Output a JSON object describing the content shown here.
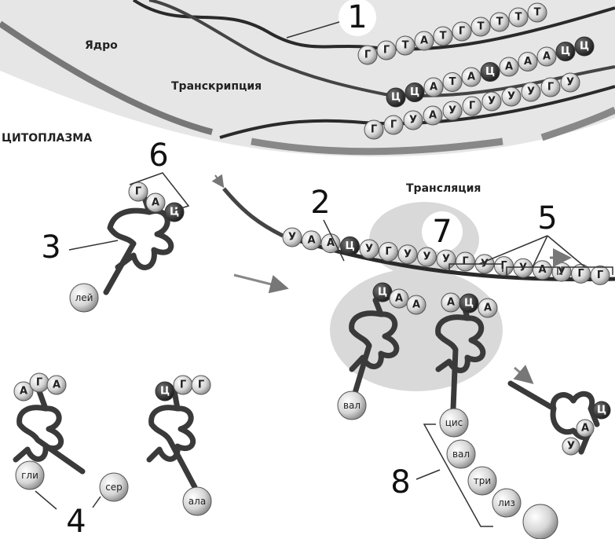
{
  "labels": {
    "nucleus": "Ядро",
    "transcription": "Транскрипция",
    "cytoplasm": "ЦИТОПЛАЗМА",
    "translation": "Трансляция"
  },
  "numbers": {
    "n1": "1",
    "n2": "2",
    "n3": "3",
    "n4": "4",
    "n5": "5",
    "n6": "6",
    "n7": "7",
    "n8": "8"
  },
  "dna_top": [
    "Г",
    "Г",
    "Т",
    "А",
    "Т",
    "Г",
    "Т",
    "Т",
    "Т",
    "Т"
  ],
  "dna_bottom": [
    "Ц",
    "Ц",
    "А",
    "Т",
    "А",
    "Ц",
    "А",
    "А",
    "А",
    "Ц",
    "Ц"
  ],
  "mrna_nucleus": [
    "Г",
    "Г",
    "У",
    "А",
    "У",
    "Г",
    "У",
    "У",
    "У",
    "Г",
    "У"
  ],
  "mrna_main": [
    "У",
    "А",
    "А",
    "Ц",
    "У",
    "Г",
    "У",
    "У",
    "У",
    "Г",
    "У",
    "Г",
    "У",
    "А",
    "У",
    "Г",
    "Г"
  ],
  "anticodons": {
    "trna_lei": [
      "Г",
      "А",
      "Ц"
    ],
    "trna_val": [
      "Ц",
      "А",
      "А"
    ],
    "trna_cys": [
      "А",
      "Ц",
      "А"
    ],
    "trna_gly": [
      "А",
      "Г",
      "А"
    ],
    "trna_ala": [
      "Ц",
      "Г",
      "Г"
    ],
    "trna_leaving": [
      "Ц",
      "А",
      "У"
    ]
  },
  "amino_acids": {
    "lei": "лей",
    "val": "вал",
    "gly": "гли",
    "ser": "сер",
    "ala": "ала",
    "chain": [
      "цис",
      "вал",
      "три",
      "лиз"
    ]
  },
  "colors": {
    "nucleus_fill": "#e6e6e6",
    "ribosome": "#d9d9d9",
    "strand": "#2a2a2a"
  }
}
